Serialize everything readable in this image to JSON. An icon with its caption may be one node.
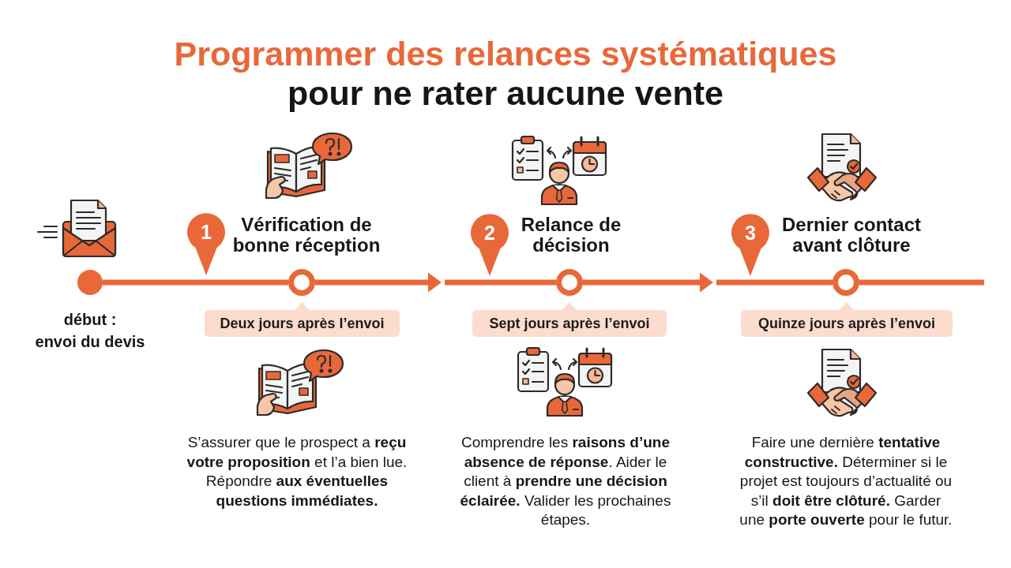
{
  "diagram": {
    "title": "Programmer des relances systématiques pour ne rater aucune vente",
    "nodes": [
      {
        "text": [],
        "shape": "circle",
        "beside": [
          "début : envoi du devis"
        ]
      },
      {
        "text": [
          "1"
        ],
        "beside": [
          "Vérification de bonne réception"
        ]
      },
      {
        "text": [],
        "shape": "circle"
      },
      {
        "text": [
          "Deux jours après l’envoi"
        ]
      },
      {
        "text": [
          "2"
        ],
        "beside": [
          "Relance de décision"
        ]
      },
      {
        "text": [],
        "shape": "circle"
      },
      {
        "text": [
          "Sept jours après l’envoi"
        ]
      },
      {
        "text": [
          "3"
        ],
        "beside": [
          "Dernier contact avant clôture"
        ]
      },
      {
        "text": [],
        "shape": "circle"
      },
      {
        "text": [
          "Quinze jours après l’envoi"
        ]
      }
    ],
    "edges": [
      {
        "from": 0,
        "to": 2,
        "arrow": "none"
      },
      {
        "from": 2,
        "to": null,
        "arrow": "to"
      },
      {
        "from": null,
        "to": 5,
        "arrow": "none"
      },
      {
        "from": 5,
        "to": null,
        "arrow": "to"
      },
      {
        "from": null,
        "to": 8,
        "arrow": "none"
      },
      {
        "from": 8,
        "to": null,
        "arrow": "none"
      }
    ],
    "labels": [
      "S’assurer que le prospect a **reçu votre proposition** et l’a bien lue. Répondre **aux éventuelles questions immédiates.**",
      "Comprendre les **raisons d’une absence de réponse**. Aider le client à **prendre une décision éclairée.** Valider les prochaines étapes.",
      "Faire une dernière **tentative constructive.** Déterminer si le projet est toujours d’actualité ou s’il **doit être clôturé.** Garder une **porte ouverte** pour le futur."
    ]
  }
}
